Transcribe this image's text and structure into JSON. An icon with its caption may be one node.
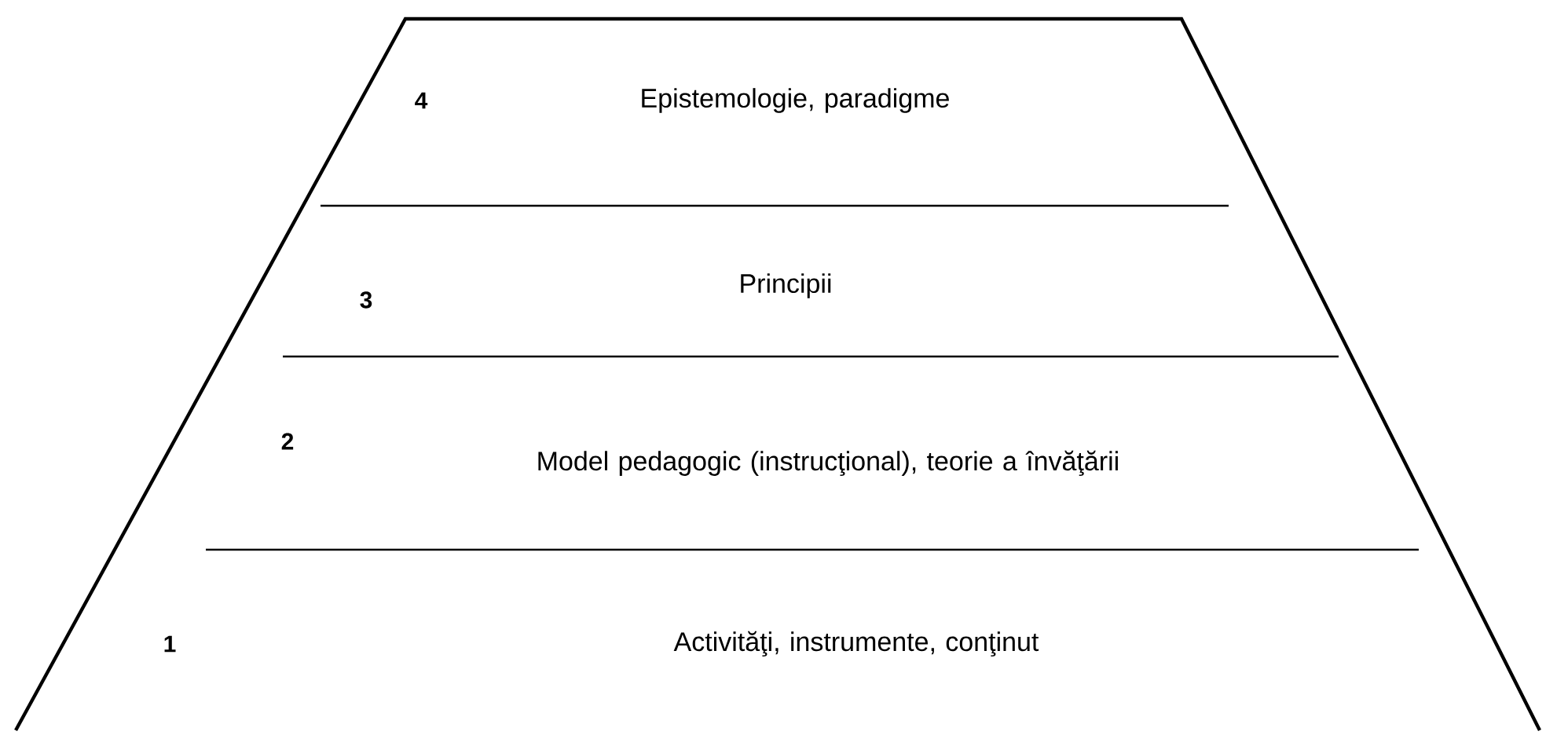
{
  "diagram": {
    "nodes": [
      {
        "text": [
          "4",
          "Epistemologie, paradigme"
        ]
      },
      {
        "text": [
          "3",
          "Principii"
        ]
      },
      {
        "text": [
          "2",
          "Model pedagogic (instrucţional), teorie a învăţării"
        ]
      },
      {
        "text": [
          "1",
          "Activităţi, instrumente, conţinut"
        ]
      }
    ]
  }
}
